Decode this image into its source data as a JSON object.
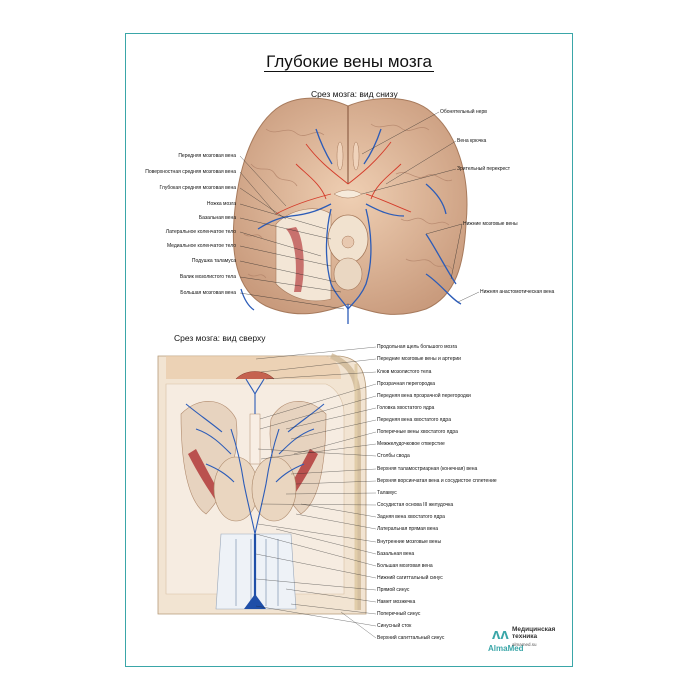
{
  "title": "Глубокие вены мозга",
  "top_view": {
    "subtitle": "Срез мозга: вид снизу",
    "left_labels": [
      "Передняя мозговая вена",
      "Поверхностная средняя мозговая вена",
      "Глубокая средняя мозговая вена",
      "Ножка мозга",
      "Базальная вена",
      "Латеральное коленчатое тело",
      "Медиальное коленчатое тело",
      "Подушка таламуса",
      "Валик мозолистого тела",
      "Большая мозговая вена"
    ],
    "right_labels": [
      "Обонятельный нерв",
      "Вена крючка",
      "Зрительный перекрест",
      "Нижние мозговые вены",
      "Нижняя анастомотическая вена"
    ]
  },
  "bottom_view": {
    "subtitle": "Срез мозга: вид сверху",
    "right_labels": [
      "Продольная щель большого мозга",
      "Передние мозговые вены и артерии",
      "Клюв мозолистого тела",
      "Прозрачная перегородка",
      "Передняя вена прозрачной перегородки",
      "Головка хвостатого ядра",
      "Передняя вена хвостатого ядра",
      "Поперечные вены хвостатого ядра",
      "Межжелудочковое отверстие",
      "Столбы свода",
      "Верхняя таламостриарная (конечная) вена",
      "Верхняя ворсинчатая вена и сосудистое сплетение",
      "Таламус",
      "Сосудистая основа III желудочка",
      "Задняя вена хвостатого ядра",
      "Латеральная прямая вена",
      "Внутренние мозговые вены",
      "Базальная вена",
      "Большая мозговая вена",
      "Нижний сагиттальный синус",
      "Прямой синус",
      "Намет мозжечка",
      "Поперечный синус",
      "Синусный сток",
      "Верхний сагиттальный синус"
    ]
  },
  "logo": {
    "brand": "AlmaMed",
    "company_line1": "Медицинская",
    "company_line2": "техника",
    "site": "almamed.su"
  }
}
